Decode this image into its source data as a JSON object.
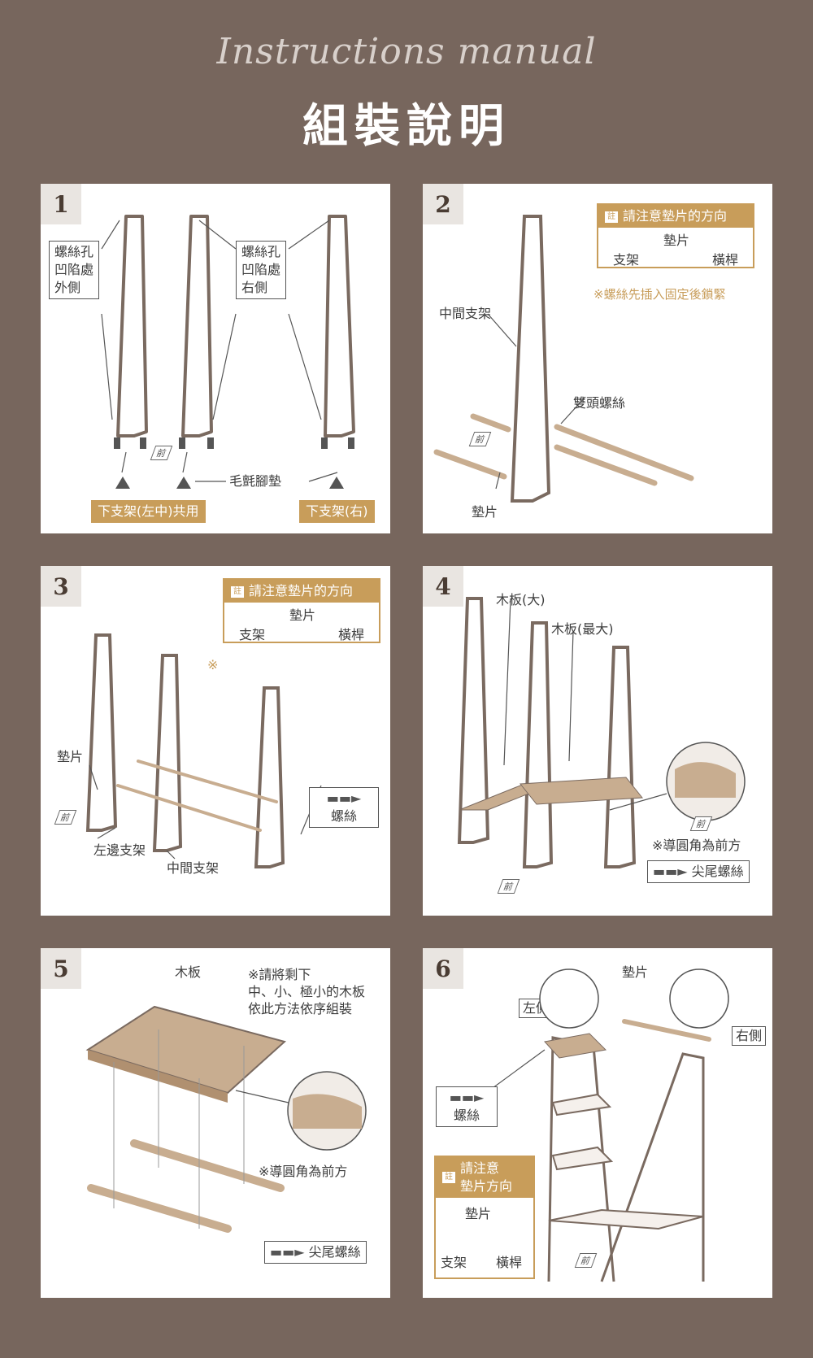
{
  "header": {
    "script_title": "Instructions manual",
    "title": "組裝說明"
  },
  "common": {
    "front": "前",
    "note_badge": "註"
  },
  "steps": [
    {
      "number": "1",
      "labels": {
        "hole_outer": "螺絲孔\n凹陷處\n外側",
        "hole_right": "螺絲孔\n凹陷處\n右側",
        "felt": "毛氈腳墊",
        "lower_shared": "下支架(左中)共用",
        "lower_right": "下支架(右)"
      }
    },
    {
      "number": "2",
      "note": {
        "head": "請注意墊片的方向",
        "washer": "墊片",
        "bracket": "支架",
        "bar": "橫桿"
      },
      "remark": "※螺絲先插入固定後鎖緊",
      "labels": {
        "middle_bracket": "中間支架",
        "double_screw": "雙頭螺絲",
        "washer": "墊片"
      }
    },
    {
      "number": "3",
      "note": {
        "head": "請注意墊片的方向",
        "washer": "墊片",
        "bracket": "支架",
        "bar": "橫桿"
      },
      "remark": "※",
      "labels": {
        "washer": "墊片",
        "screw": "螺絲",
        "left_bracket": "左邊支架",
        "middle_bracket": "中間支架"
      }
    },
    {
      "number": "4",
      "labels": {
        "board_large": "木板(大)",
        "board_largest": "木板(最大)",
        "round_front": "※導圓角為前方",
        "pointed_screw": "尖尾螺絲"
      }
    },
    {
      "number": "5",
      "labels": {
        "board": "木板",
        "remark": "※請將剩下\n中、小、極小的木板\n依此方法依序組裝",
        "round_front": "※導圓角為前方",
        "pointed_screw": "尖尾螺絲"
      }
    },
    {
      "number": "6",
      "note": {
        "head": "請注意\n墊片方向",
        "washer": "墊片",
        "bracket": "支架",
        "bar": "橫桿"
      },
      "labels": {
        "washer": "墊片",
        "left": "左側",
        "right": "右側",
        "screw": "螺絲"
      }
    }
  ]
}
